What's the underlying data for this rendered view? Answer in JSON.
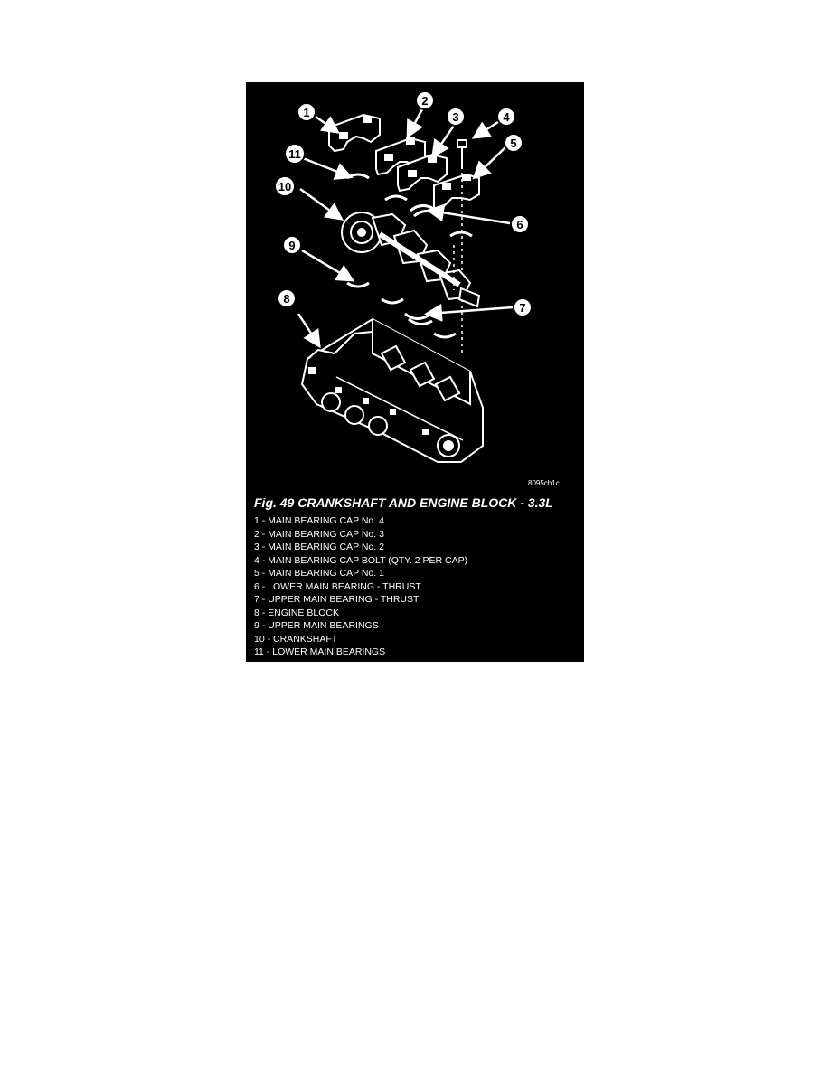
{
  "figure": {
    "drawing_code": "8095cb1c",
    "title": "Fig. 49 CRANKSHAFT AND ENGINE BLOCK - 3.3L",
    "callouts": [
      "1",
      "2",
      "3",
      "4",
      "5",
      "6",
      "7",
      "8",
      "9",
      "10",
      "11"
    ],
    "legend": [
      "1 - MAIN BEARING CAP No. 4",
      "2 - MAIN BEARING CAP No. 3",
      "3 - MAIN BEARING CAP No. 2",
      "4 - MAIN BEARING CAP BOLT (QTY. 2 PER CAP)",
      "5 - MAIN BEARING CAP No. 1",
      "6 - LOWER MAIN BEARING - THRUST",
      "7 - UPPER MAIN BEARING - THRUST",
      "8 - ENGINE BLOCK",
      "9 - UPPER MAIN BEARINGS",
      "10 - CRANKSHAFT",
      "11 - LOWER MAIN BEARINGS"
    ],
    "colors": {
      "background": "#000000",
      "line_art": "#ffffff"
    }
  }
}
